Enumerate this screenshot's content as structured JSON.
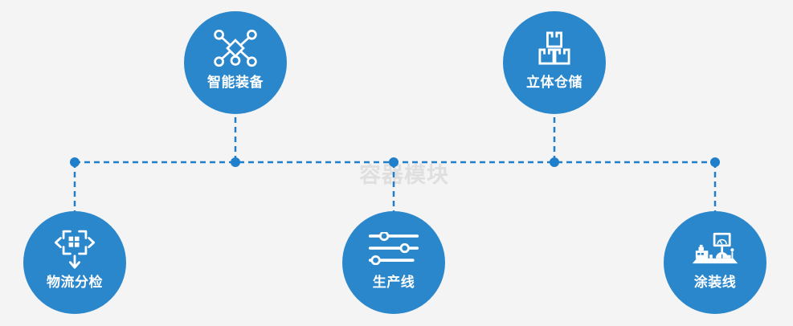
{
  "watermark": {
    "text": "容器模块"
  },
  "colors": {
    "background": "#f5f4f5",
    "node_fill": "#2a87cc",
    "connector": "#1f7fcb",
    "label_text": "#ffffff",
    "watermark_text": "#dcdcdc"
  },
  "nodes": [
    {
      "label": "智能装备",
      "icon": "network-nodes-icon",
      "position": "top-left"
    },
    {
      "label": "立体仓储",
      "icon": "stacked-boxes-icon",
      "position": "top-right"
    },
    {
      "label": "物流分检",
      "icon": "sorting-crosshair-icon",
      "position": "bottom-left"
    },
    {
      "label": "生产线",
      "icon": "sliders-icon",
      "position": "bottom-center"
    },
    {
      "label": "涂装线",
      "icon": "coating-machine-icon",
      "position": "bottom-right"
    }
  ]
}
